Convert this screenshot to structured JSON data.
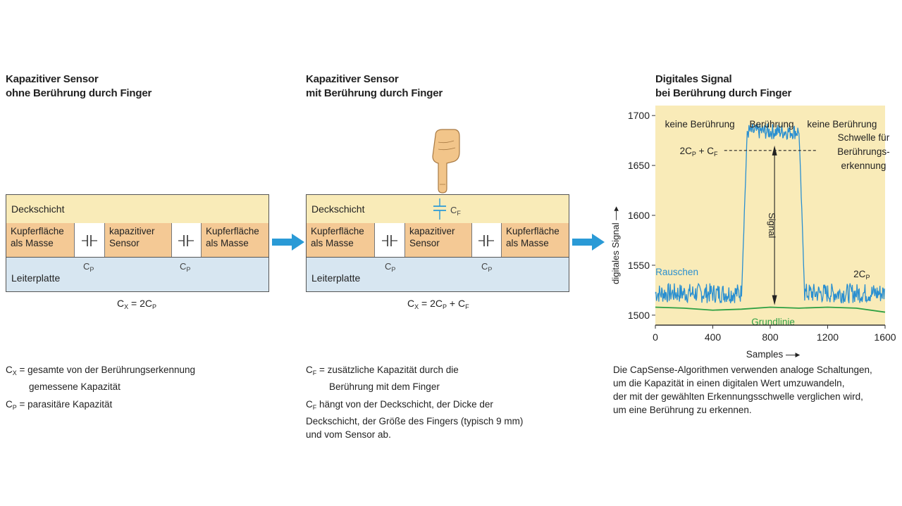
{
  "panel1": {
    "title_line1": "Kapazitiver Sensor",
    "title_line2": "ohne Berührung durch Finger",
    "deck_label": "Deckschicht",
    "pad_left": [
      "Kupferfläche",
      "als Masse"
    ],
    "pad_center": [
      "kapazitiver",
      "Sensor"
    ],
    "pad_right": [
      "Kupferfläche",
      "als Masse"
    ],
    "pcb_label": "Leiterplatte",
    "cp_label": "C",
    "cp_sub": "P",
    "formula_lhs": "C",
    "formula_lhs_sub": "X",
    "formula_rhs": " = 2C",
    "formula_rhs_sub": "P"
  },
  "panel2": {
    "title_line1": "Kapazitiver Sensor",
    "title_line2": "mit Berührung durch Finger",
    "deck_label": "Deckschicht",
    "cf_label": "C",
    "cf_sub": "F",
    "pad_left": [
      "Kupferfläche",
      "als Masse"
    ],
    "pad_center": [
      "kapazitiver",
      "Sensor"
    ],
    "pad_right": [
      "Kupferfläche",
      "als Masse"
    ],
    "pcb_label": "Leiterplatte",
    "formula": "C",
    "formula_sub": "X",
    "formula_rest": " = 2C",
    "formula_rest_sub": "P",
    "formula_plus": " + C",
    "formula_plus_sub": "F"
  },
  "panel3": {
    "title_line1": "Digitales Signal",
    "title_line2": "bei Berührung durch Finger"
  },
  "legend_left": {
    "cx_symbol": "C",
    "cx_sub": "X",
    "cx_text_line1": "= gesamte von der Berührungserkennung",
    "cx_text_line2": "gemessene Kapazität",
    "cp_symbol": "C",
    "cp_sub": "P",
    "cp_text": "= parasitäre Kapazität"
  },
  "legend_middle": {
    "cf_symbol": "C",
    "cf_sub": "F",
    "cf_text_line1": "= zusätzliche Kapazität durch die",
    "cf_text_line2": "Berührung mit dem Finger",
    "para_sym": "C",
    "para_sub": "F",
    "para_line1": " hängt von der Deckschicht, der Dicke der",
    "para_line2": "Deckschicht, der Größe des Fingers (typisch 9 mm)",
    "para_line3": "und vom Sensor ab."
  },
  "legend_right": {
    "line1": "Die CapSense-Algorithmen verwenden analoge Schaltungen,",
    "line2": "um die Kapazität in einen digitalen Wert umzuwandeln,",
    "line3": "der mit der gewählten Erkennungsschwelle verglichen wird,",
    "line4": "um eine Berührung zu erkennen."
  },
  "colors": {
    "deck": "#f9ebb8",
    "copper": "#f4c995",
    "pcb": "#d7e6f1",
    "arrow": "#2a9ad6",
    "plot_bg": "#f9ebb8",
    "signal": "#2a8fd0",
    "baseline": "#2ea043",
    "finger": "#f2c58a"
  },
  "chart_data": {
    "type": "line",
    "xlabel": "Samples",
    "ylabel": "digitales Signal",
    "xlim": [
      0,
      1600
    ],
    "ylim": [
      1490,
      1710
    ],
    "xticks": [
      "0",
      "400",
      "800",
      "1200",
      "1600"
    ],
    "xtick_values": [
      0,
      400,
      800,
      1200,
      1600
    ],
    "yticks": [
      "1700",
      "1650",
      "1600",
      "1550",
      "1500"
    ],
    "ytick_values": [
      1700,
      1650,
      1600,
      1550,
      1500
    ],
    "region_labels": [
      "keine Berührung",
      "Berührung",
      "keine Berührung"
    ],
    "region_values": [
      310,
      810,
      1300
    ],
    "threshold_value": 1665,
    "threshold_label": "2C",
    "threshold_label_sub": "P",
    "threshold_label_rest": " + C",
    "threshold_label_rest_sub": "F",
    "threshold_note": [
      "Schwelle für",
      "Berührungs-",
      "erkennung"
    ],
    "signal_label": "Signal",
    "noise_label": "Rauschen",
    "cp_label": "2C",
    "cp_label_sub": "P",
    "baseline_label": "Grundlinie",
    "series": [
      {
        "segments": [
          {
            "x_start": 0,
            "x_end": 600,
            "level": 1522,
            "noise": 10
          },
          {
            "x_start": 600,
            "x_end": 640,
            "level_from": 1522,
            "level_to": 1684,
            "noise": 4
          },
          {
            "x_start": 640,
            "x_end": 1000,
            "level": 1684,
            "noise": 8
          },
          {
            "x_start": 1000,
            "x_end": 1040,
            "level_from": 1684,
            "level_to": 1522,
            "noise": 4
          },
          {
            "x_start": 1040,
            "x_end": 1600,
            "level": 1522,
            "noise": 10
          }
        ]
      },
      {
        "points": [
          [
            0,
            1508
          ],
          [
            200,
            1507
          ],
          [
            400,
            1505
          ],
          [
            600,
            1506
          ],
          [
            800,
            1508
          ],
          [
            1000,
            1507
          ],
          [
            1200,
            1508
          ],
          [
            1400,
            1507
          ],
          [
            1600,
            1503
          ]
        ]
      }
    ]
  }
}
